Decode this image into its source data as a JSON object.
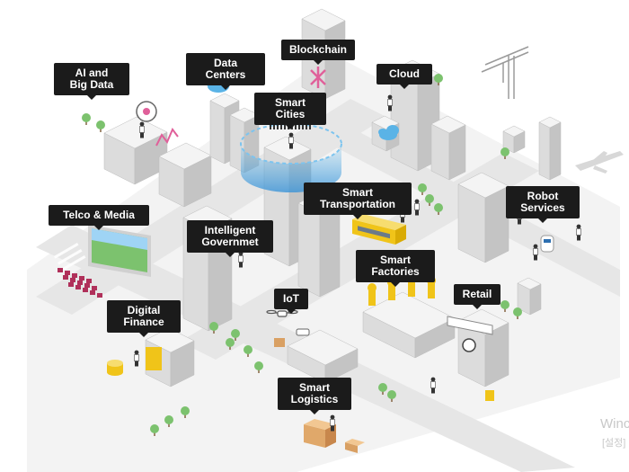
{
  "labels": {
    "ai_big_data": "AI and\nBig Data",
    "data_centers": "Data Centers",
    "blockchain": "Blockchain",
    "cloud": "Cloud",
    "smart_cities": "Smart Cities",
    "smart_transportation": "Smart\nTransportation",
    "telco_media": "Telco & Media",
    "intelligent_government": "Intelligent\nGovernmet",
    "robot_services": "Robot\nServices",
    "smart_factories": "Smart\nFactories",
    "retail": "Retail",
    "iot": "IoT",
    "digital_finance": "Digital\nFinance",
    "smart_logistics": "Smart\nLogistics"
  },
  "watermark": {
    "line1": "Winc",
    "line2": "[설정]"
  },
  "colors": {
    "label_bg": "#1b1b1b",
    "label_text": "#ffffff",
    "ground": "#f3f3f3",
    "road": "#e9e9e9",
    "building_top": "#f4f4f4",
    "building_left": "#dcdcdc",
    "building_right": "#c4c4c4",
    "accent_blue": "#5ab3e6",
    "accent_pink": "#e0609a",
    "accent_yellow": "#f0c419",
    "tree_green": "#7cc26e"
  }
}
